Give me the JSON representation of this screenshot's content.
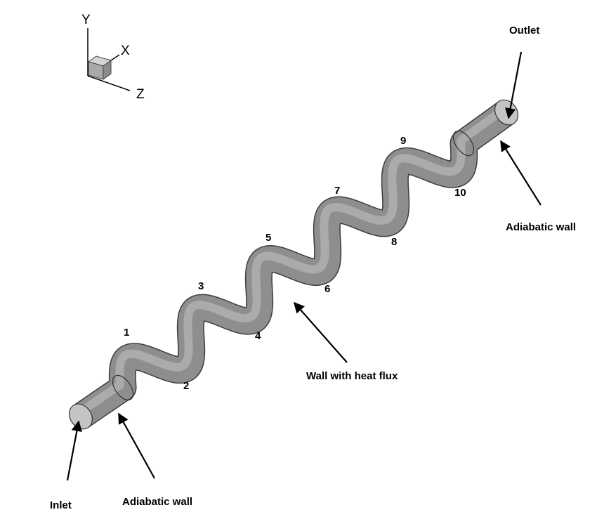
{
  "axes": {
    "y": "Y",
    "x": "X",
    "z": "Z"
  },
  "labels": {
    "outlet": "Outlet",
    "inlet": "Inlet",
    "adiabatic_wall_top": "Adiabatic wall",
    "adiabatic_wall_bottom": "Adiabatic wall",
    "wall_heat_flux": "Wall with heat flux"
  },
  "bends": [
    "1",
    "2",
    "3",
    "4",
    "5",
    "6",
    "7",
    "8",
    "9",
    "10"
  ],
  "colors": {
    "tube": "#8a8a8a",
    "tube_dark": "#5e5e5e",
    "arrow": "#000000"
  }
}
